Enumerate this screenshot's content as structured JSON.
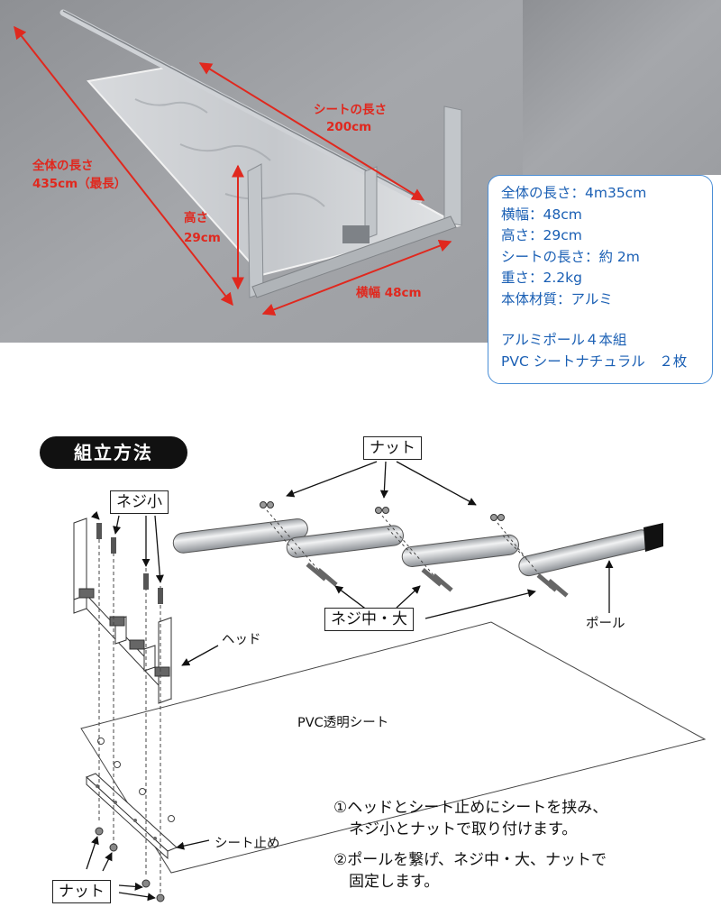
{
  "photo_labels": {
    "total_length": [
      "全体の長さ",
      "435cm（最長）"
    ],
    "sheet_length": [
      "シートの長さ",
      "200cm"
    ],
    "height": [
      "高さ",
      "29cm"
    ],
    "width": "横幅 48cm"
  },
  "spec": {
    "lines": [
      "全体の長さ：4m35cm",
      "横幅：48cm",
      "高さ：29cm",
      "シートの長さ：約 2m",
      "重さ：2.2kg",
      "本体材質：アルミ"
    ],
    "extra": [
      "アルミポール４本組",
      "PVC シートナチュラル　２枚"
    ]
  },
  "assembly": {
    "title": "組立方法",
    "nut_top": "ナット",
    "screw_small": "ネジ小",
    "screw_mid_large": "ネジ中・大",
    "pole": "ポール",
    "head": "ヘッド",
    "pvc_sheet": "PVC透明シート",
    "sheet_stopper": "シート止め",
    "nut_bottom": "ナット",
    "steps": [
      "①ヘッドとシート止めにシートを挟み、",
      "　ネジ小とナットで取り付けます。",
      "②ポールを繋げ、ネジ中・大、ナットで",
      "　固定します。"
    ]
  },
  "colors": {
    "photo_label": "#e0281e",
    "spec_text": "#1a5fb4",
    "spec_border": "#4a8ed6"
  }
}
